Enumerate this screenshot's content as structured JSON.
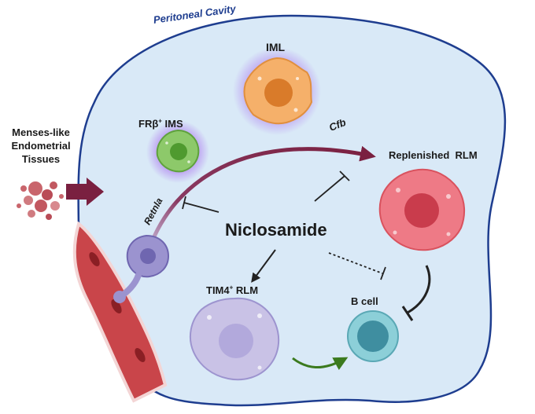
{
  "cavity_label": "Peritoneal Cavity",
  "menses_label": [
    "Menses-like",
    "Endometrial",
    "Tissues"
  ],
  "drug_label": "Niclosamide",
  "cells": {
    "iml": {
      "label": "IML",
      "color": "#f5b06a"
    },
    "frb_ims": {
      "label_main": "FRβ",
      "label_sup": "+",
      "label_tail": " IMS",
      "color": "#8dc96a"
    },
    "replenished_rlm": {
      "label": "Replenished  RLM",
      "color": "#ee7a86"
    },
    "tim4_rlm": {
      "label_main": "TIM4",
      "label_sup": "+",
      "label_tail": " RLM",
      "color": "#c9c2e6"
    },
    "b_cell": {
      "label": "B cell",
      "color": "#8ccfd8"
    }
  },
  "genes": {
    "cfb": "Cfb",
    "retnla": "Retnla"
  },
  "colors": {
    "cavity_fill": "#d9e9f7",
    "cavity_stroke": "#1e3d8f",
    "main_arrow": "#7a2040",
    "green_arrow": "#3b7a1e",
    "vessel": "#c9454a"
  }
}
